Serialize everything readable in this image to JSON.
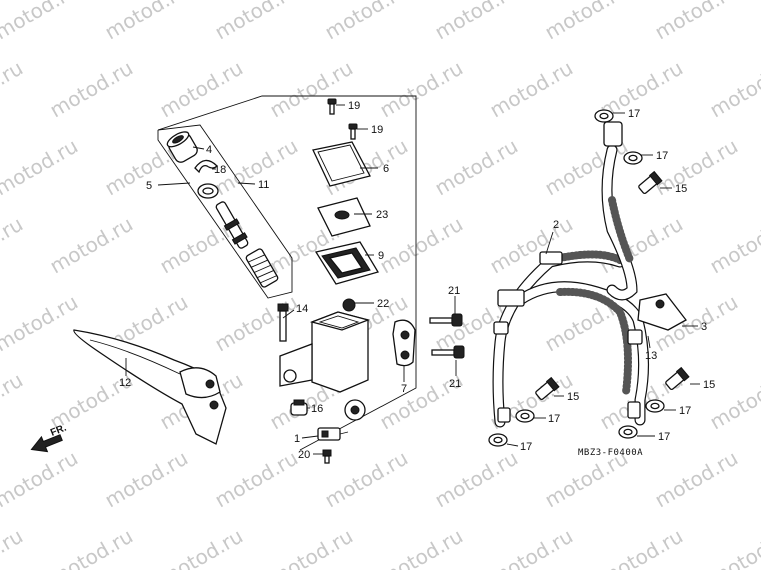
{
  "watermark": {
    "text": "motod.ru"
  },
  "diagram_code": "MBZ3-F0400A",
  "direction_label": "FR.",
  "callouts": [
    {
      "id": "c1",
      "label": "1"
    },
    {
      "id": "c2",
      "label": "2"
    },
    {
      "id": "c3",
      "label": "3"
    },
    {
      "id": "c4",
      "label": "4"
    },
    {
      "id": "c5",
      "label": "5"
    },
    {
      "id": "c6",
      "label": "6"
    },
    {
      "id": "c7",
      "label": "7"
    },
    {
      "id": "c9",
      "label": "9"
    },
    {
      "id": "c11",
      "label": "11"
    },
    {
      "id": "c12",
      "label": "12"
    },
    {
      "id": "c13",
      "label": "13"
    },
    {
      "id": "c14",
      "label": "14"
    },
    {
      "id": "c15a",
      "label": "15"
    },
    {
      "id": "c15b",
      "label": "15"
    },
    {
      "id": "c15c",
      "label": "15"
    },
    {
      "id": "c16",
      "label": "16"
    },
    {
      "id": "c17a",
      "label": "17"
    },
    {
      "id": "c17b",
      "label": "17"
    },
    {
      "id": "c17c",
      "label": "17"
    },
    {
      "id": "c17d",
      "label": "17"
    },
    {
      "id": "c17e",
      "label": "17"
    },
    {
      "id": "c17f",
      "label": "17"
    },
    {
      "id": "c18",
      "label": "18"
    },
    {
      "id": "c19a",
      "label": "19"
    },
    {
      "id": "c19b",
      "label": "19"
    },
    {
      "id": "c20",
      "label": "20"
    },
    {
      "id": "c21a",
      "label": "21"
    },
    {
      "id": "c21b",
      "label": "21"
    },
    {
      "id": "c22",
      "label": "22"
    },
    {
      "id": "c23",
      "label": "23"
    }
  ],
  "colors": {
    "ink": "#111111",
    "watermark": "#c8c8c8",
    "background": "#ffffff"
  }
}
